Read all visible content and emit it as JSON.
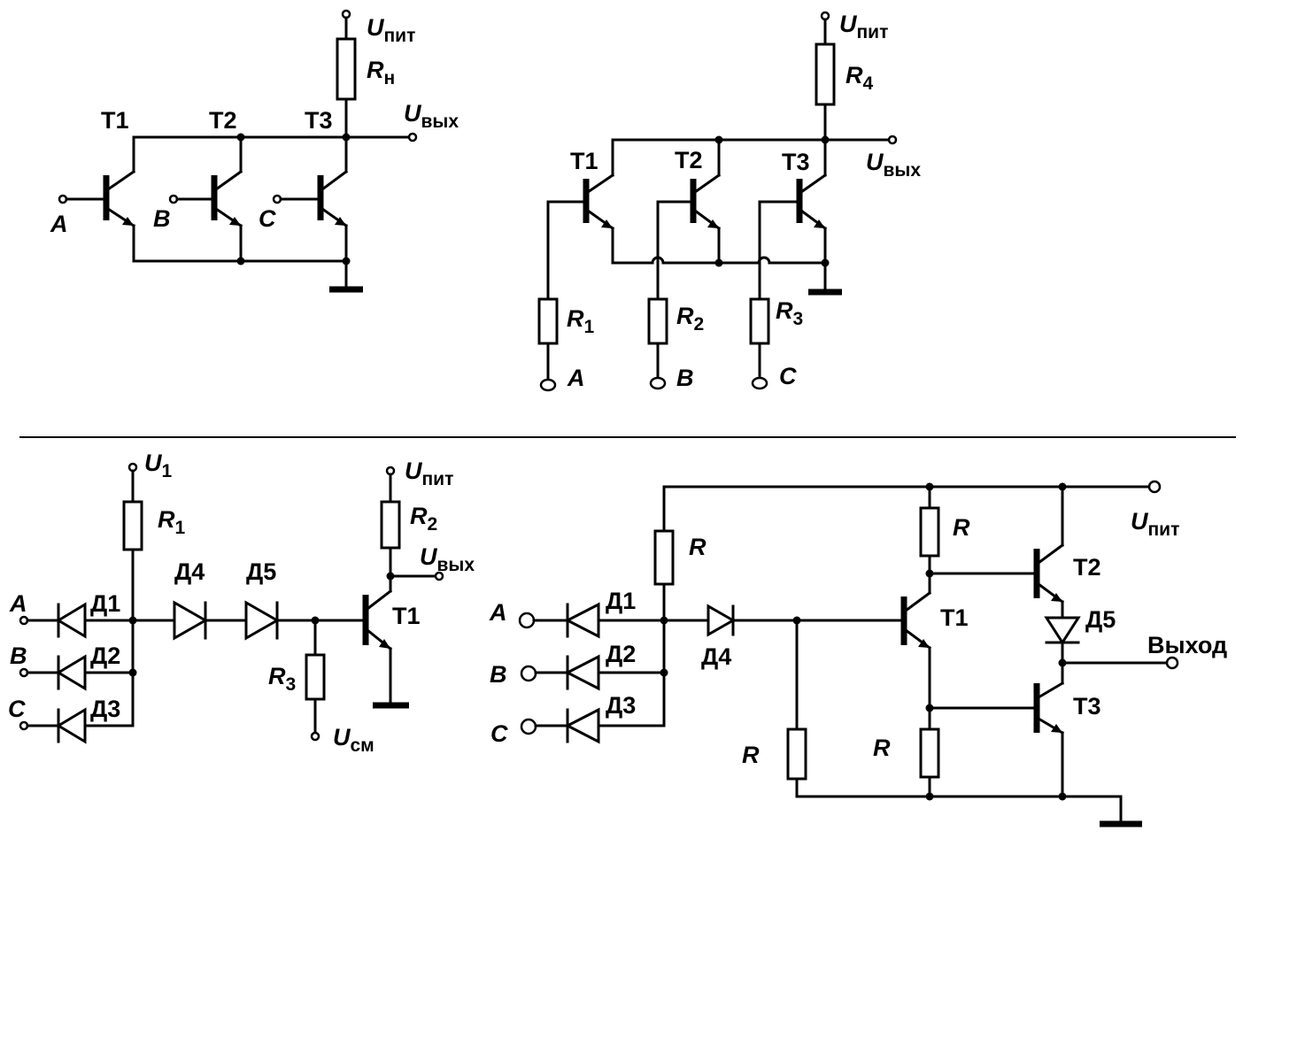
{
  "diagram_1": {
    "supply": "U",
    "supply_sub": "пит",
    "load": "R",
    "load_sub": "н",
    "out": "U",
    "out_sub": "вых",
    "transistors": [
      "T1",
      "T2",
      "T3"
    ],
    "inputs": [
      "A",
      "B",
      "C"
    ]
  },
  "diagram_2": {
    "supply": "U",
    "supply_sub": "пит",
    "r4": "R",
    "r4_sub": "4",
    "out": "U",
    "out_sub": "вых",
    "transistors": [
      "T1",
      "T2",
      "T3"
    ],
    "resistors": [
      {
        "name": "R",
        "sub": "1"
      },
      {
        "name": "R",
        "sub": "2"
      },
      {
        "name": "R",
        "sub": "3"
      }
    ],
    "inputs": [
      "A",
      "B",
      "C"
    ]
  },
  "diagram_3": {
    "u1": "U",
    "u1_sub": "1",
    "r1": "R",
    "r1_sub": "1",
    "supply": "U",
    "supply_sub": "пит",
    "r2": "R",
    "r2_sub": "2",
    "out": "U",
    "out_sub": "вых",
    "r3": "R",
    "r3_sub": "3",
    "bias": "U",
    "bias_sub": "см",
    "transistor": "T1",
    "diodes": [
      "Д1",
      "Д2",
      "Д3",
      "Д4",
      "Д5"
    ],
    "inputs": [
      "A",
      "B",
      "C"
    ]
  },
  "diagram_4": {
    "supply": "U",
    "supply_sub": "пит",
    "resistor": "R",
    "output": "Выход",
    "transistors": [
      "T1",
      "T2",
      "T3"
    ],
    "diodes": [
      "Д1",
      "Д2",
      "Д3",
      "Д4",
      "Д5"
    ],
    "inputs": [
      "A",
      "B",
      "C"
    ]
  }
}
